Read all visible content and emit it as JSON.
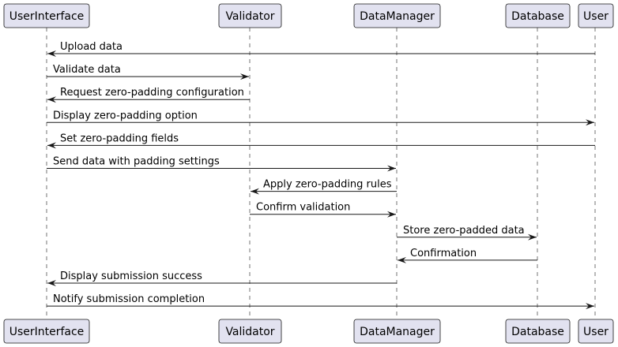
{
  "participants": [
    {
      "id": "ui",
      "label": "UserInterface"
    },
    {
      "id": "validator",
      "label": "Validator"
    },
    {
      "id": "dm",
      "label": "DataManager"
    },
    {
      "id": "db",
      "label": "Database"
    },
    {
      "id": "user",
      "label": "User"
    }
  ],
  "messages": [
    {
      "from": "user",
      "to": "ui",
      "label": "Upload data"
    },
    {
      "from": "ui",
      "to": "validator",
      "label": "Validate data"
    },
    {
      "from": "validator",
      "to": "ui",
      "label": "Request zero-padding configuration"
    },
    {
      "from": "ui",
      "to": "user",
      "label": "Display zero-padding option"
    },
    {
      "from": "user",
      "to": "ui",
      "label": "Set zero-padding fields"
    },
    {
      "from": "ui",
      "to": "dm",
      "label": "Send data with padding settings"
    },
    {
      "from": "dm",
      "to": "validator",
      "label": "Apply zero-padding rules"
    },
    {
      "from": "validator",
      "to": "dm",
      "label": "Confirm validation"
    },
    {
      "from": "dm",
      "to": "db",
      "label": "Store zero-padded data"
    },
    {
      "from": "db",
      "to": "dm",
      "label": "Confirmation"
    },
    {
      "from": "dm",
      "to": "ui",
      "label": "Display submission success"
    },
    {
      "from": "ui",
      "to": "user",
      "label": "Notify submission completion"
    }
  ]
}
